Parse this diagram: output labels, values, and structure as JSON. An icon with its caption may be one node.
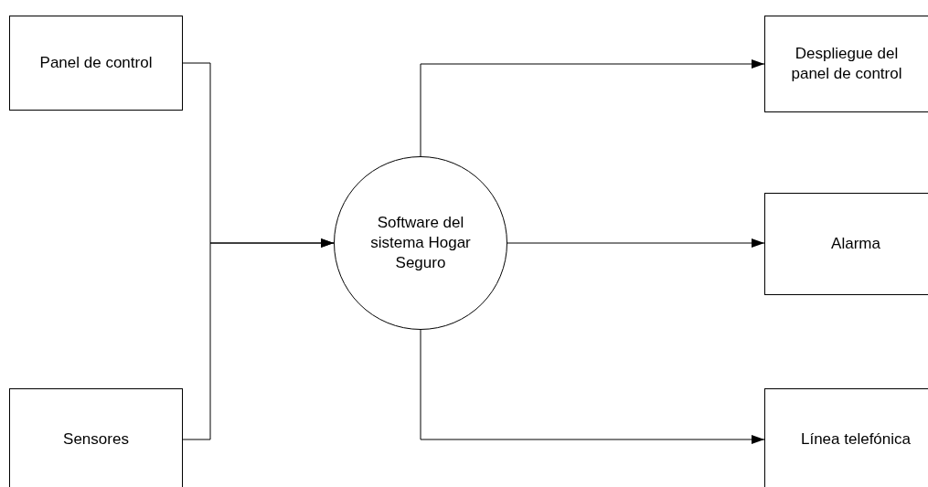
{
  "diagram": {
    "nodes": [
      {
        "text": [
          "Panel de control"
        ]
      },
      {
        "text": [
          "Sensores"
        ]
      },
      {
        "text": [
          "Software del sistema Hogar Seguro"
        ]
      },
      {
        "text": [
          "Despliegue del panel de control"
        ]
      },
      {
        "text": [
          "Alarma"
        ]
      },
      {
        "text": [
          "Línea telefónica"
        ]
      }
    ],
    "edges": [
      {
        "from": 0,
        "to": 2,
        "arrow": "to"
      },
      {
        "from": 1,
        "to": 2,
        "arrow": "to"
      },
      {
        "from": 2,
        "to": 3,
        "arrow": "to"
      },
      {
        "from": 2,
        "to": 4,
        "arrow": "to"
      },
      {
        "from": 2,
        "to": 5,
        "arrow": "to"
      }
    ]
  }
}
